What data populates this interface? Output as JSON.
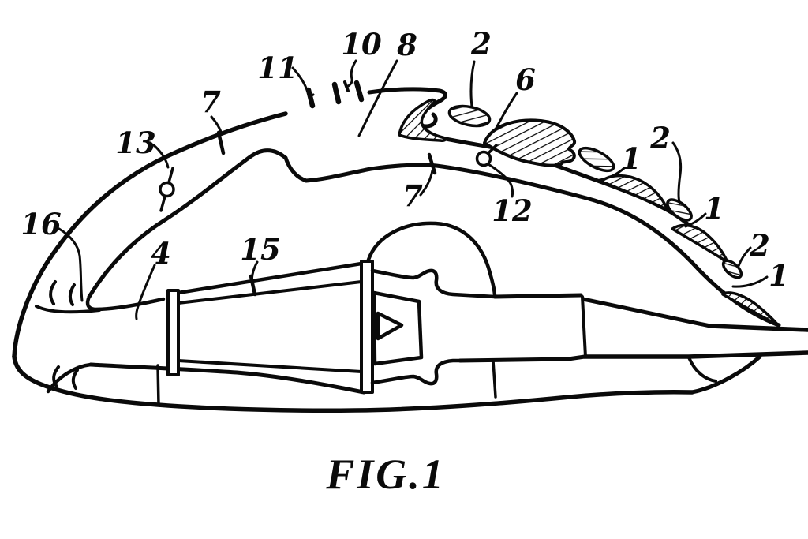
{
  "figure": {
    "caption": "FIG.1",
    "ink_color": "#0a0a0a",
    "paper_color": "#ffffff"
  },
  "reference_labels": [
    {
      "ref": "11",
      "text": "11"
    },
    {
      "ref": "10",
      "text": "10"
    },
    {
      "ref": "8",
      "text": "8"
    },
    {
      "ref": "2-top",
      "text": "2"
    },
    {
      "ref": "6",
      "text": "6"
    },
    {
      "ref": "7-upper",
      "text": "7"
    },
    {
      "ref": "13",
      "text": "13"
    },
    {
      "ref": "16",
      "text": "16"
    },
    {
      "ref": "4",
      "text": "4"
    },
    {
      "ref": "15",
      "text": "15"
    },
    {
      "ref": "7-lower",
      "text": "7"
    },
    {
      "ref": "12",
      "text": "12"
    },
    {
      "ref": "2-right-top",
      "text": "2"
    },
    {
      "ref": "1-right-top",
      "text": "1"
    },
    {
      "ref": "1-right-mid",
      "text": "1"
    },
    {
      "ref": "2-right-low",
      "text": "2"
    },
    {
      "ref": "1-right-low",
      "text": "1"
    }
  ]
}
